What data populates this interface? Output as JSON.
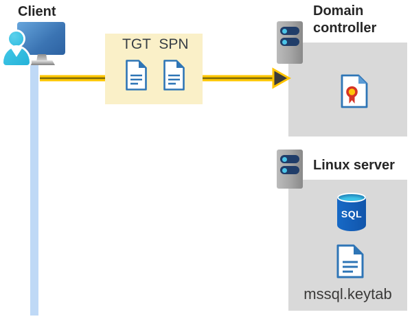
{
  "client": {
    "label": "Client"
  },
  "ticket_box": {
    "tgt_label": "TGT",
    "spn_label": "SPN"
  },
  "domain_controller": {
    "label": "Domain controller"
  },
  "linux_server": {
    "label": "Linux server",
    "sql_badge": "SQL",
    "keytab_label": "mssql.keytab"
  },
  "icons": {
    "client": "workstation-with-user-icon",
    "servers": "rack-server-icon",
    "tickets": "document-icon",
    "domain_controller_content": "certificate-icon",
    "linux_server_content": [
      "sql-database-icon",
      "document-icon"
    ]
  },
  "colors": {
    "highlight_box": "#FAF0C8",
    "node_box": "#D9D9D9",
    "arrow_yellow": "#FFC700",
    "arrow_core": "#7D6A08",
    "arrowhead": "#3C3C3C",
    "doc_blue": "#2E75B6",
    "client_line_blue": "#BFD9F6",
    "server_bar_navy": "#203D69",
    "server_dot_cyan": "#4BC4E8",
    "person_cyan": "#2EBEE3",
    "monitor_blue": "#3B74B3",
    "cert_red": "#D63426",
    "cert_gold": "#FFC60A",
    "sql_blue": "#1769C6",
    "sql_top_cyan": "#3EC6EA"
  }
}
